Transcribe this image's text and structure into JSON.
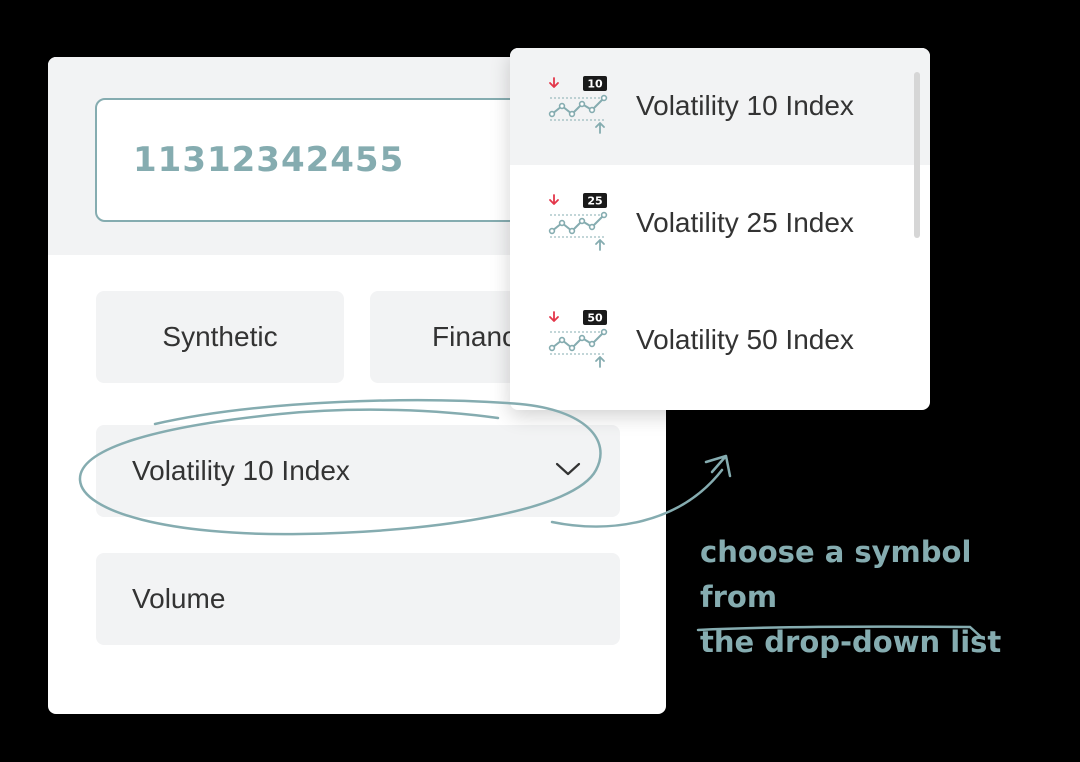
{
  "account": {
    "value": "11312342455"
  },
  "market_tabs": [
    {
      "label": "Synthetic"
    },
    {
      "label": "Financial"
    }
  ],
  "symbol_select": {
    "selected": "Volatility 10 Index"
  },
  "volume_field": {
    "label": "Volume"
  },
  "dropdown": {
    "items": [
      {
        "label": "Volatility 10 Index",
        "badge": "10",
        "selected": true
      },
      {
        "label": "Volatility 25 Index",
        "badge": "25",
        "selected": false
      },
      {
        "label": "Volatility 50 Index",
        "badge": "50",
        "selected": false
      }
    ]
  },
  "annotation": {
    "line1": "choose a symbol from",
    "line2": "the drop-down list"
  },
  "colors": {
    "accent": "#85acb0",
    "down": "#e3364a",
    "field_bg": "#f2f3f4",
    "text": "#333333",
    "badge_bg": "#1a1a1a"
  }
}
